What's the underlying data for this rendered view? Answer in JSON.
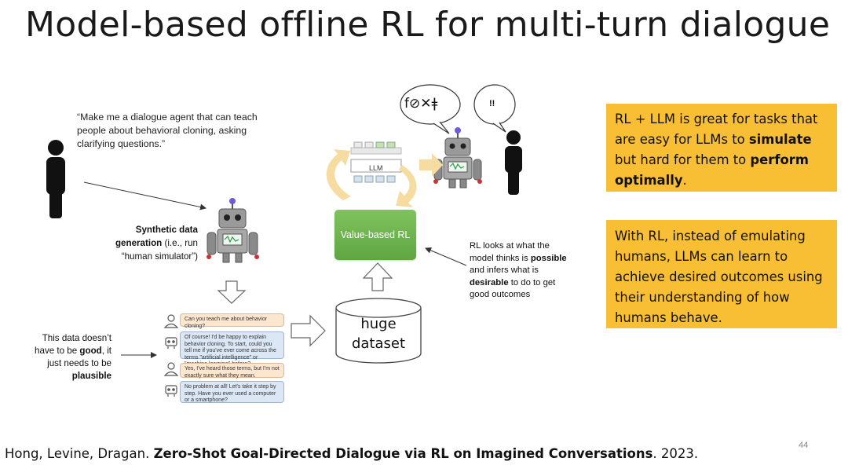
{
  "title": "Model-based offline RL for multi-turn dialogue",
  "quote": "“Make me a dialogue agent that can teach people about behavioral cloning, asking clarifying questions.”",
  "synthetic": {
    "bold": "Synthetic data generation",
    "rest": "(i.e., run “human simulator”)"
  },
  "data_note": {
    "pre": "This data doesn’t have to be ",
    "bold1": "good",
    "mid": ", it just needs to be ",
    "bold2": "plausible"
  },
  "chat": [
    {
      "role": "user",
      "text": "Can you teach me about behavior cloning?"
    },
    {
      "role": "bot",
      "text": "Of course! I'd be happy to explain behavior cloning. To start, could you tell me if you've ever come across the terms \"artificial intelligence\" or \"machine learning\" before?"
    },
    {
      "role": "user",
      "text": "Yes, I've heard those terms, but I'm not exactly sure what they mean."
    },
    {
      "role": "bot",
      "text": "No problem at all! Let's take it step by step. Have you ever used a computer or a smartphone?"
    }
  ],
  "dataset_line1": "huge",
  "dataset_line2": "dataset",
  "value_rl": "Value-based RL",
  "llm_label": "LLM",
  "speech_garbled": "f⊘✕ǂ",
  "speech_excl": "!!",
  "rl_note": {
    "pre": "RL looks at what the model thinks is ",
    "bold1": "possible",
    "mid": " and infers what is ",
    "bold2": "desirable",
    "post": " to do to get good outcomes"
  },
  "box1": {
    "t1": "RL + LLM is great for tasks that are easy for LLMs to ",
    "b1": "simulate",
    "t2": " but hard for them to ",
    "b2": "perform optimally",
    "t3": "."
  },
  "box2": "With RL, instead of emulating humans, LLMs can learn to achieve desired outcomes using their understanding of how humans behave.",
  "citation": {
    "authors": "Hong, Levine, Dragan. ",
    "paper": "Zero-Shot Goal-Directed Dialogue via RL on Imagined Conversations",
    "year": ". 2023."
  },
  "page_number": "44",
  "colors": {
    "accent_box": "#f9bf34",
    "value_rl": "#6cb34d",
    "arrow_orange": "#f6dca0"
  }
}
